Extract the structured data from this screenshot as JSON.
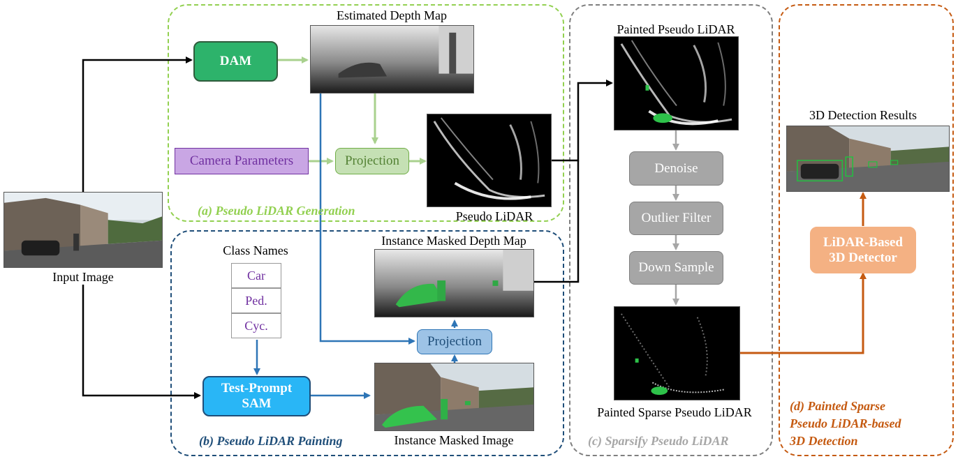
{
  "colors": {
    "green_region": "#92d050",
    "green_arrow": "#a9d18e",
    "blue_region": "#1f4e79",
    "blue_arrow": "#2e75b6",
    "gray_region": "#7f7f7f",
    "orange": "#c55a11",
    "purple": "#7030a0"
  },
  "labels": {
    "input_image": "Input Image",
    "estimated_depth_map": "Estimated Depth Map",
    "pseudo_lidar": "Pseudo LiDAR",
    "painted_pseudo_lidar": "Painted Pseudo LiDAR",
    "detection_results": "3D Detection Results",
    "class_names": "Class Names",
    "instance_masked_depth_map": "Instance Masked Depth Map",
    "instance_masked_image": "Instance Masked Image",
    "painted_sparse_pseudo_lidar": "Painted Sparse Pseudo LiDAR"
  },
  "boxes": {
    "dam": "DAM",
    "camera_parameters": "Camera Parameters",
    "projection_a": "Projection",
    "projection_b": "Projection",
    "test_prompt_sam_line1": "Test-Prompt",
    "test_prompt_sam_line2": "SAM",
    "denoise": "Denoise",
    "outlier_filter": "Outlier Filter",
    "down_sample": "Down Sample",
    "detector_line1": "LiDAR-Based",
    "detector_line2": "3D Detector"
  },
  "class_names": [
    "Car",
    "Ped.",
    "Cyc."
  ],
  "regions": {
    "a": "(a) Pseudo LiDAR Generation",
    "b": "(b) Pseudo LiDAR Painting",
    "c": "(c) Sparsify Pseudo LiDAR",
    "d_line1": "(d) Painted Sparse",
    "d_line2": "Pseudo LiDAR-based",
    "d_line3": "3D Detection"
  }
}
